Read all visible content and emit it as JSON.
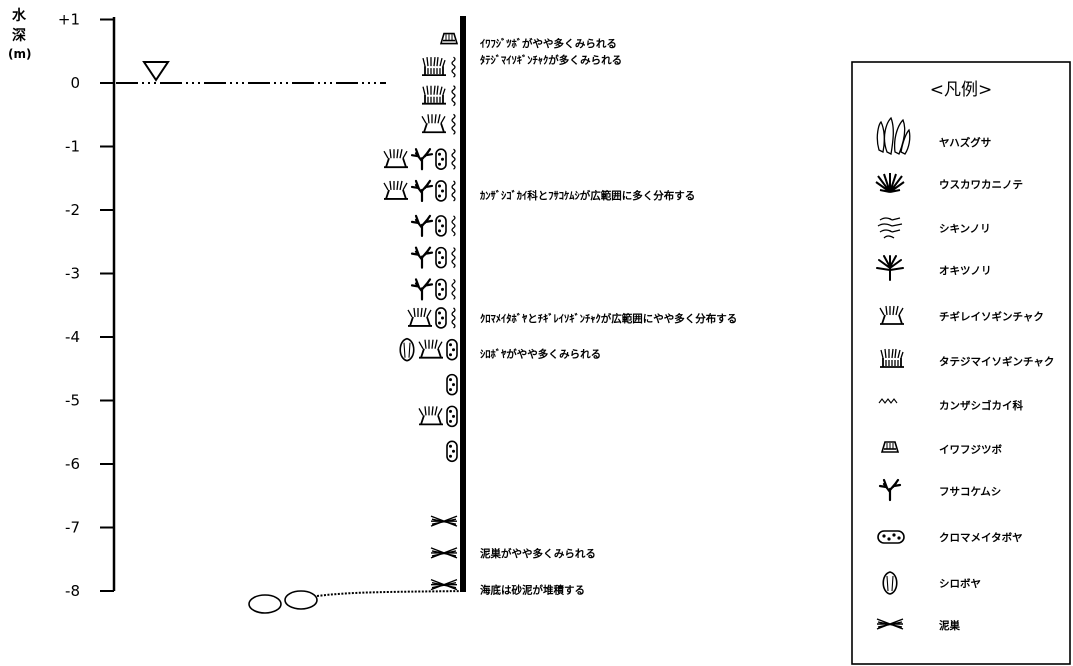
{
  "axis": {
    "title_chars": [
      "水",
      "深",
      "(m)"
    ],
    "depth_ticks": [
      "+1",
      "0",
      "-1",
      "-2",
      "-3",
      "-4",
      "-5",
      "-6",
      "-7",
      "-8"
    ]
  },
  "annotations": [
    {
      "depth": 0.63,
      "text": "ｲﾜﾌｼﾞﾂﾎﾞがやや多くみられる"
    },
    {
      "depth": 0.37,
      "text": "ﾀﾃｼﾞﾏｲｿｷﾞﾝﾁｬｸが多くみられる"
    },
    {
      "depth": -1.76,
      "text": "ｶﾝｻﾞｼｺﾞｶｲ科とﾌｻｺｹﾑｼが広範囲に多く分布する"
    },
    {
      "depth": -3.7,
      "text": "ｸﾛﾏﾒｲﾀﾎﾞﾔとﾁｷﾞﾚｲｿｷﾞﾝﾁｬｸが広範囲にやや多く分布する"
    },
    {
      "depth": -4.26,
      "text": "ｼﾛﾎﾞﾔがやや多くみられる"
    },
    {
      "depth": -7.4,
      "text": "泥巣がやや多くみられる"
    },
    {
      "depth": -7.98,
      "text": "海底は砂泥が堆積する"
    }
  ],
  "legend": {
    "title": "<凡例>",
    "items": [
      {
        "icon": "yahazugusa-icon",
        "label": "ヤハズグサ"
      },
      {
        "icon": "usukawakaninote-icon",
        "label": "ウスカワカニノテ"
      },
      {
        "icon": "shikinnori-icon",
        "label": "シキンノリ"
      },
      {
        "icon": "okitsunori-icon",
        "label": "オキツノリ"
      },
      {
        "icon": "chigireisoginchaku-icon",
        "label": "チギレイソギンチャク"
      },
      {
        "icon": "tatejimaisoginchaku-icon",
        "label": "タテジマイソギンチャク"
      },
      {
        "icon": "kanzashigokai-icon",
        "label": "カンザシゴカイ科"
      },
      {
        "icon": "iwafujitsubo-icon",
        "label": "イワフジツボ"
      },
      {
        "icon": "fusakokemushi-icon",
        "label": "フサコケムシ"
      },
      {
        "icon": "kuromameitaboya-icon",
        "label": "クロマメイタボヤ"
      },
      {
        "icon": "shiroboya-icon",
        "label": "シロボヤ"
      },
      {
        "icon": "dorosu-icon",
        "label": "泥巣"
      }
    ]
  },
  "profile": [
    {
      "depth": 0.7,
      "symbols": [
        "iwafujitsubo"
      ]
    },
    {
      "depth": 0.25,
      "symbols": [
        "tatejima",
        "kanzashi"
      ]
    },
    {
      "depth": -0.2,
      "symbols": [
        "tatejima",
        "kanzashi"
      ]
    },
    {
      "depth": -0.65,
      "symbols": [
        "chigire",
        "kanzashi"
      ]
    },
    {
      "depth": -1.2,
      "symbols": [
        "chigire",
        "fusakoke",
        "kuromame",
        "kanzashi"
      ]
    },
    {
      "depth": -1.7,
      "symbols": [
        "chigire",
        "fusakoke",
        "kuromame",
        "kanzashi"
      ]
    },
    {
      "depth": -2.25,
      "symbols": [
        "fusakoke",
        "kuromame",
        "kanzashi"
      ]
    },
    {
      "depth": -2.75,
      "symbols": [
        "fusakoke",
        "kuromame",
        "kanzashi"
      ]
    },
    {
      "depth": -3.25,
      "symbols": [
        "fusakoke",
        "kuromame",
        "kanzashi"
      ]
    },
    {
      "depth": -3.7,
      "symbols": [
        "chigire",
        "kuromame",
        "kanzashi"
      ]
    },
    {
      "depth": -4.2,
      "symbols": [
        "shiro",
        "chigire",
        "kuromame"
      ]
    },
    {
      "depth": -4.75,
      "symbols": [
        "kuromame"
      ]
    },
    {
      "depth": -5.25,
      "symbols": [
        "chigire",
        "kuromame"
      ]
    },
    {
      "depth": -5.8,
      "symbols": [
        "kuromame"
      ]
    },
    {
      "depth": -6.9,
      "symbols": [
        "dorosu"
      ]
    },
    {
      "depth": -7.4,
      "symbols": [
        "dorosu"
      ]
    },
    {
      "depth": -7.9,
      "symbols": [
        "dorosu"
      ]
    }
  ]
}
